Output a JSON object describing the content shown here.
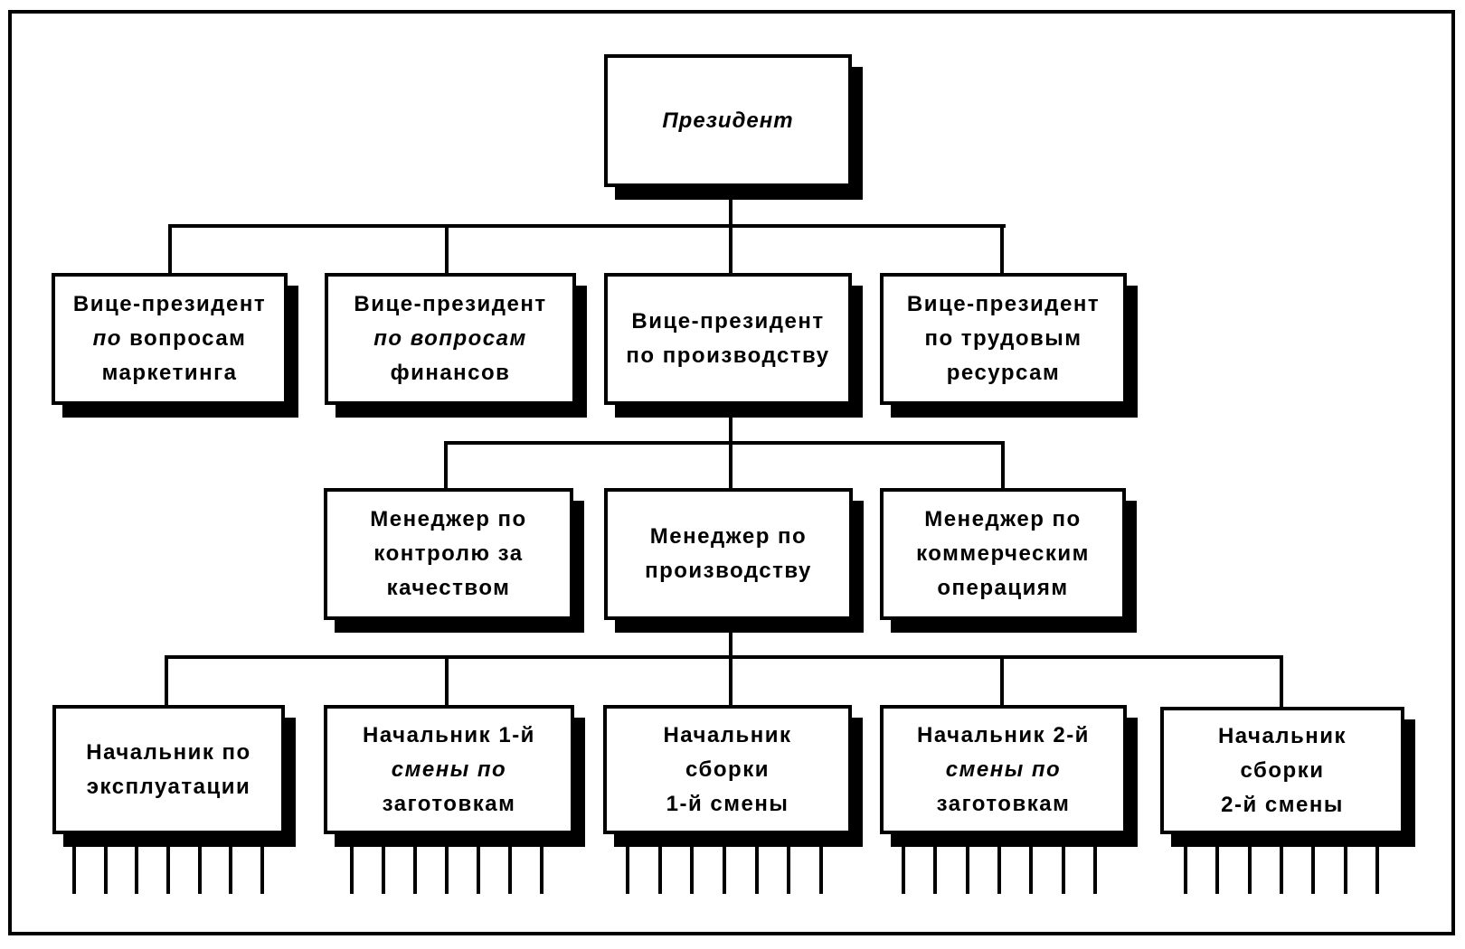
{
  "diagram": {
    "type": "org-chart",
    "president": {
      "lines": [
        {
          "text": "Президент",
          "italic": true
        }
      ]
    },
    "vice_presidents": [
      {
        "lines": [
          {
            "text": "Вице-президент"
          },
          {
            "text": "по   вопросам",
            "italic_prefix": "по"
          },
          {
            "text": "маркетинга"
          }
        ]
      },
      {
        "lines": [
          {
            "text": "Вице-президент"
          },
          {
            "text": "по  вопросам",
            "italic": true
          },
          {
            "text": "финансов"
          }
        ]
      },
      {
        "lines": [
          {
            "text": "Вице-президент"
          },
          {
            "text": "по производству"
          }
        ]
      },
      {
        "lines": [
          {
            "text": "Вице-президент"
          },
          {
            "text": "по трудовым"
          },
          {
            "text": "ресурсам"
          }
        ]
      }
    ],
    "managers": [
      {
        "lines": [
          {
            "text": "Менеджер по"
          },
          {
            "text": "контролю за"
          },
          {
            "text": "качеством"
          }
        ]
      },
      {
        "lines": [
          {
            "text": "Менеджер по"
          },
          {
            "text": "производству"
          }
        ]
      },
      {
        "lines": [
          {
            "text": "Менеджер по"
          },
          {
            "text": "коммерческим"
          },
          {
            "text": "операциям"
          }
        ]
      }
    ],
    "supervisors": [
      {
        "lines": [
          {
            "text": "Начальник по"
          },
          {
            "text": "эксплуатации"
          }
        ],
        "subordinates": 7
      },
      {
        "lines": [
          {
            "text": "Начальник 1-й"
          },
          {
            "text": "смены по",
            "italic": true
          },
          {
            "text": "заготовкам"
          }
        ],
        "subordinates": 7
      },
      {
        "lines": [
          {
            "text": "Начальник"
          },
          {
            "text": "сборки"
          },
          {
            "text": "1-й смены"
          }
        ],
        "subordinates": 7
      },
      {
        "lines": [
          {
            "text": "Начальник 2-й"
          },
          {
            "text": "смены по",
            "italic": true
          },
          {
            "text": "заготовкам"
          }
        ],
        "subordinates": 7
      },
      {
        "lines": [
          {
            "text": "Начальник"
          },
          {
            "text": "сборки"
          },
          {
            "text": "2-й смены"
          }
        ],
        "subordinates": 7
      }
    ],
    "colors": {
      "line": "#000000",
      "background": "#ffffff"
    }
  }
}
